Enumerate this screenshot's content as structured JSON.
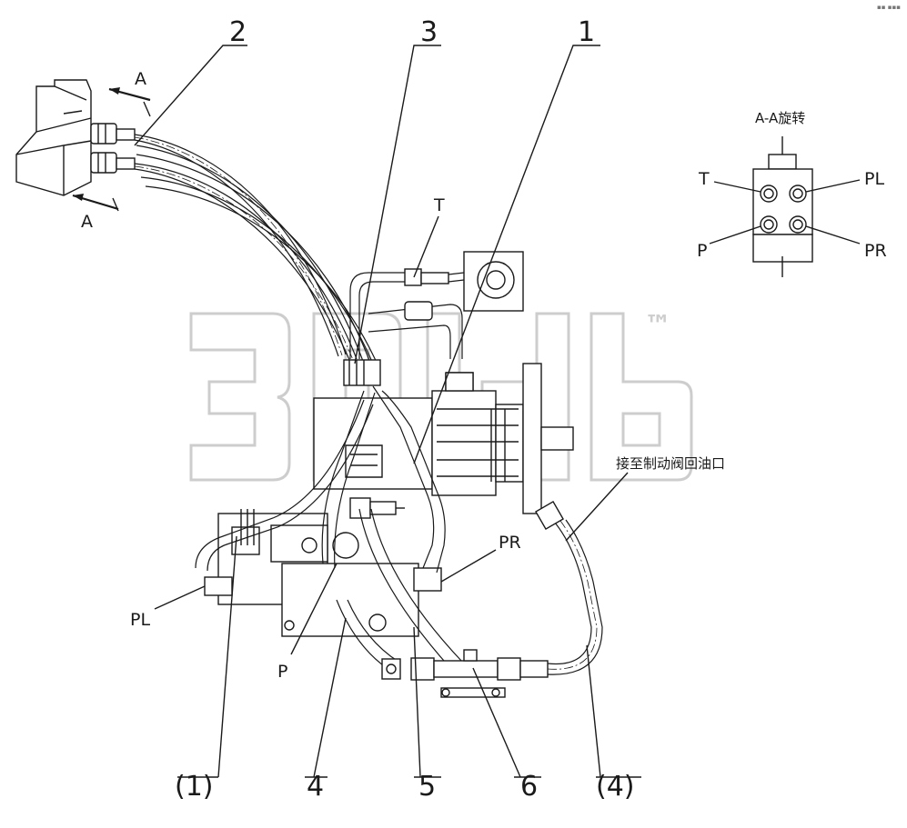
{
  "watermark": {
    "text": "3Dldb",
    "trademark": "™",
    "color": "#c8c8c8"
  },
  "callouts": {
    "n1": "1",
    "n2": "2",
    "n3": "3",
    "n4": "4",
    "n5": "5",
    "n6": "6",
    "p1": "(1)",
    "p4": "(4)"
  },
  "ports": {
    "T": "T",
    "PL": "PL",
    "PR": "PR",
    "P": "P"
  },
  "section": {
    "title": "A-A旋转",
    "arrow_label": "A",
    "T": "T",
    "PL": "PL",
    "P": "P",
    "PR": "PR"
  },
  "note": "接至制动阀回油口",
  "corner_mark": "▪▪ ▪▪▪"
}
